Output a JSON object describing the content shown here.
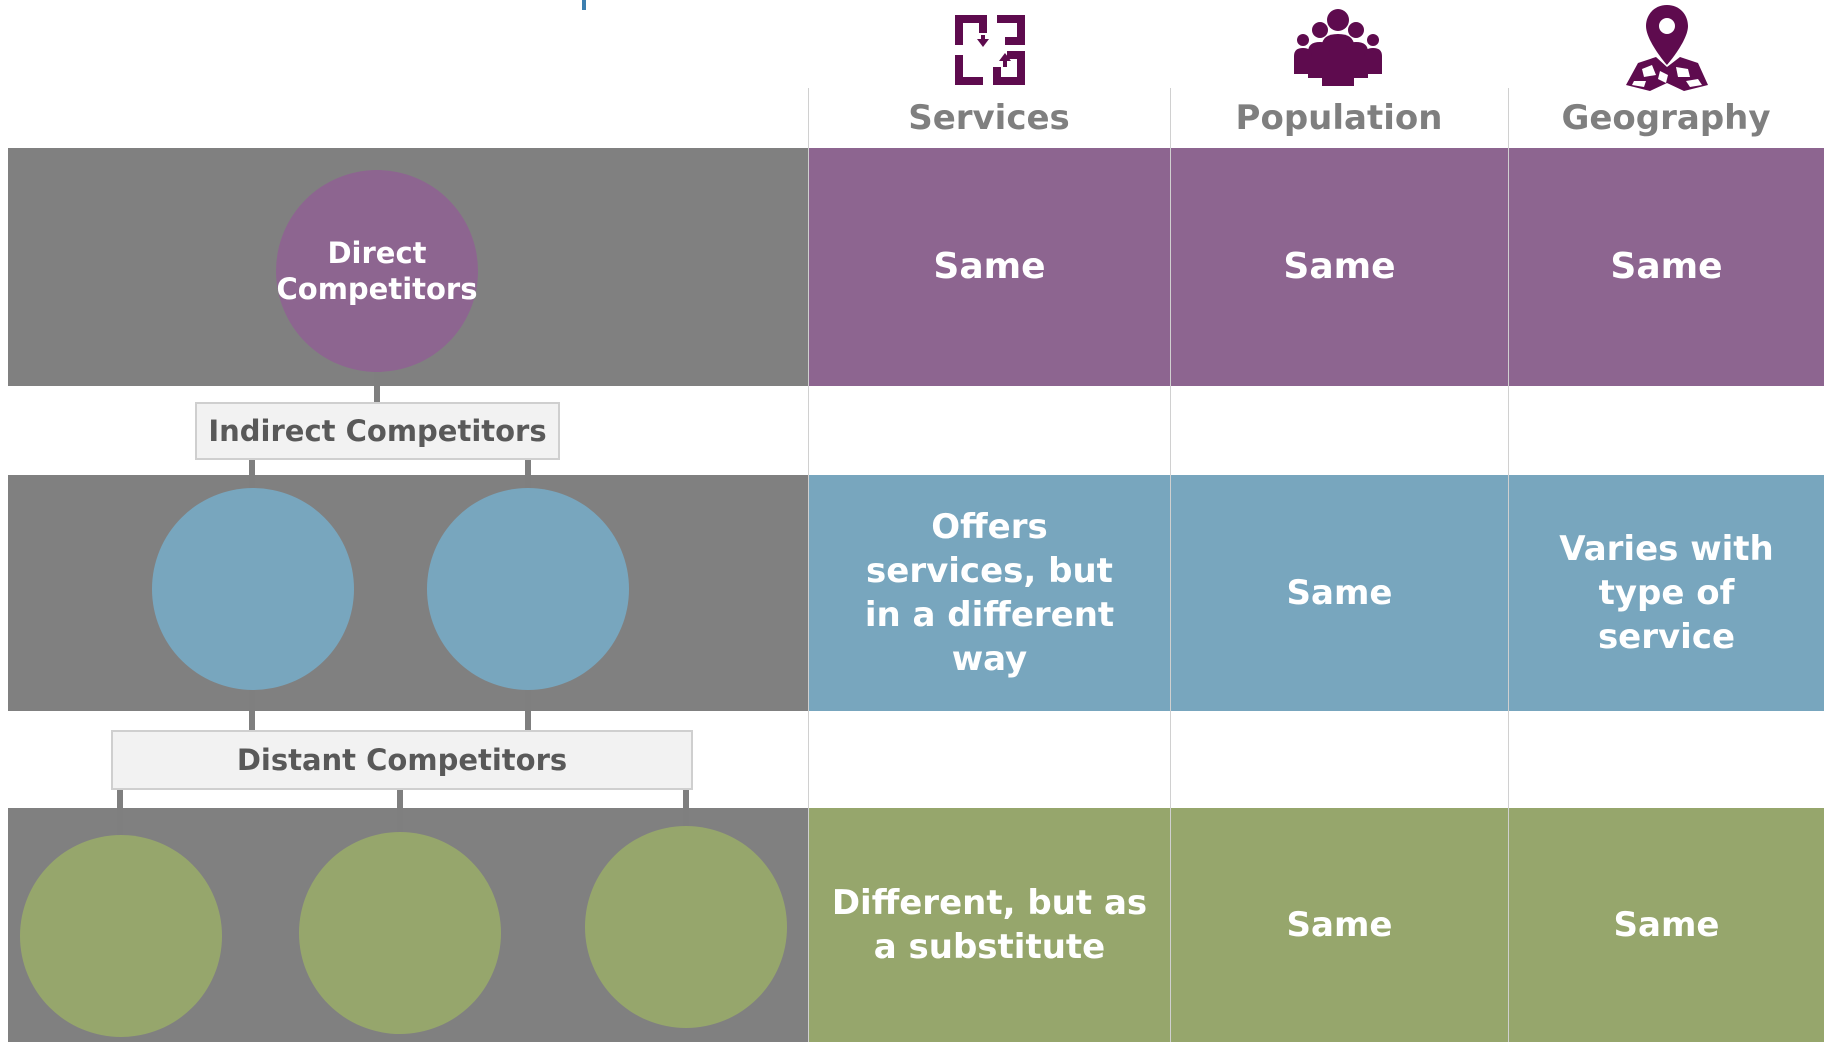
{
  "colors": {
    "purple": "#8d6590",
    "blue": "#78a6be",
    "green": "#96a66c",
    "band_gray": "#808080",
    "icon_purple": "#5e0b4e",
    "header_gray": "#7f7f7f"
  },
  "columns": [
    {
      "label": "Services",
      "icon": "services-exchange-icon"
    },
    {
      "label": "Population",
      "icon": "people-group-icon"
    },
    {
      "label": "Geography",
      "icon": "map-location-pin-icon"
    }
  ],
  "rows": [
    {
      "name": "Direct Competitors",
      "circle_label_line1": "Direct",
      "circle_label_line2": "Competitors",
      "services": "Same",
      "population": "Same",
      "geography": "Same"
    },
    {
      "name": "Indirect Competitors",
      "label": "Indirect Competitors",
      "services": "Offers services, but in a different way",
      "population": "Same",
      "geography": "Varies with type of service"
    },
    {
      "name": "Distant Competitors",
      "label": "Distant Competitors",
      "services": "Different, but as a substitute",
      "population": "Same",
      "geography": "Same"
    }
  ]
}
